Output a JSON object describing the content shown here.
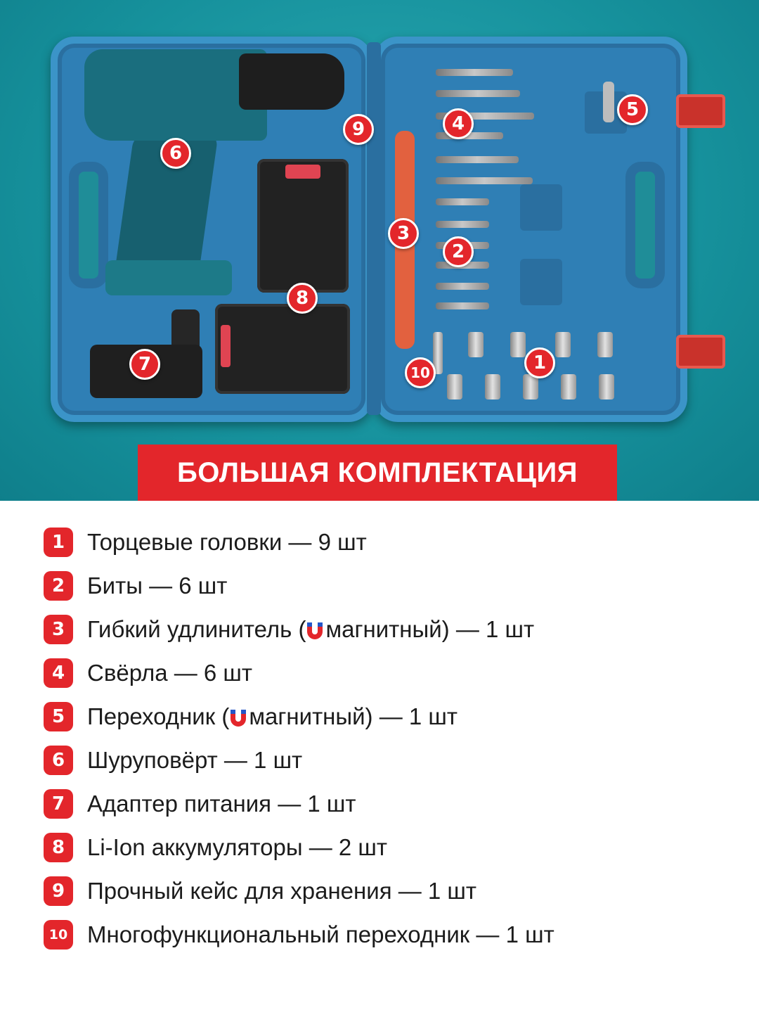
{
  "banner": {
    "title": "БОЛЬШАЯ КОМПЛЕКТАЦИЯ"
  },
  "markers": [
    "1",
    "2",
    "3",
    "4",
    "5",
    "6",
    "7",
    "8",
    "9",
    "10"
  ],
  "items": [
    {
      "num": "1",
      "text": "Торцевые головки — 9 шт"
    },
    {
      "num": "2",
      "text": "Биты — 6 шт"
    },
    {
      "num": "3",
      "before": "Гибкий удлинитель (",
      "after": "магнитный) — 1 шт",
      "magnet_icon": "magnet-icon"
    },
    {
      "num": "4",
      "text": "Свёрла — 6 шт"
    },
    {
      "num": "5",
      "before": "Переходник (",
      "after": "магнитный) — 1 шт",
      "magnet_icon": "magnet-icon"
    },
    {
      "num": "6",
      "text": "Шуруповёрт — 1 шт"
    },
    {
      "num": "7",
      "text": "Адаптер питания — 1 шт"
    },
    {
      "num": "8",
      "text": "Li-Ion аккумуляторы — 2 шт"
    },
    {
      "num": "9",
      "text": "Прочный кейс для хранения — 1 шт"
    },
    {
      "num": "10",
      "text": "Многофункциональный переходник — 1 шт"
    }
  ],
  "colors": {
    "accent": "#e3262b",
    "case": "#2f7fb5",
    "background": "#16919c"
  }
}
